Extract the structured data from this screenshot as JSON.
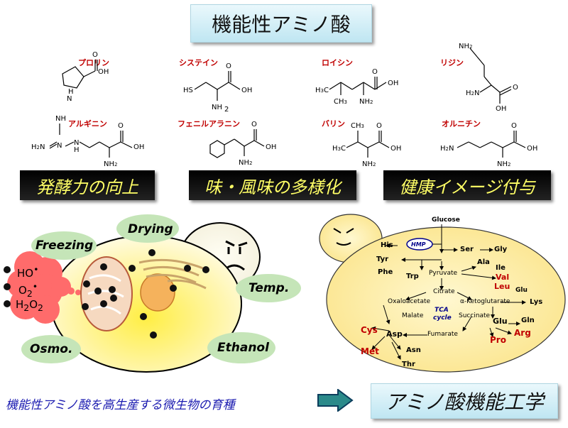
{
  "title": "機能性アミノ酸",
  "amino_acids": {
    "proline": "プロリン",
    "cysteine": "システイン",
    "leucine": "ロイシン",
    "lysine": "リジン",
    "arginine": "アルギニン",
    "phenylalanine": "フェニルアラニン",
    "valine": "バリン",
    "ornithine": "オルニチン"
  },
  "banners": [
    "発酵力の向上",
    "味・風味の多様化",
    "健康イメージ付与"
  ],
  "stresses": {
    "freezing": "Freezing",
    "drying": "Drying",
    "temp": "Temp.",
    "osmo": "Osmo.",
    "ethanol": "Ethanol"
  },
  "ros": {
    "ho": "HO",
    "o2": "O",
    "o2_sub": "2",
    "h2o2": "H",
    "h2o2_sub": "2",
    "h2o2_o": "O",
    "h2o2_sub2": "2"
  },
  "pathway": {
    "glucose": "Glucose",
    "his": "His",
    "hmp": "HMP",
    "ser": "Ser",
    "gly": "Gly",
    "tyr": "Tyr",
    "phe": "Phe",
    "trp": "Trp",
    "ala": "Ala",
    "pyruvate": "Pyruvate",
    "ile": "Ile",
    "val": "Val",
    "leu": "Leu",
    "citrate": "Citrate",
    "glu_small": "Glu",
    "oxaloacetate": "Oxaloacetate",
    "akg": "α-Ketoglutarate",
    "lys": "Lys",
    "malate": "Malate",
    "tca": "TCA",
    "cycle": "cycle",
    "succinate": "Succinate",
    "glu": "Glu",
    "gln": "Gln",
    "cys": "Cys",
    "asp": "Asp",
    "fumarate": "Fumarate",
    "arg": "Arg",
    "pro": "Pro",
    "met": "Met",
    "asn": "Asn",
    "thr": "Thr"
  },
  "bottom_text": "機能性アミノ酸を高生産する微生物の育種",
  "engineering": "アミノ酸機能工学"
}
